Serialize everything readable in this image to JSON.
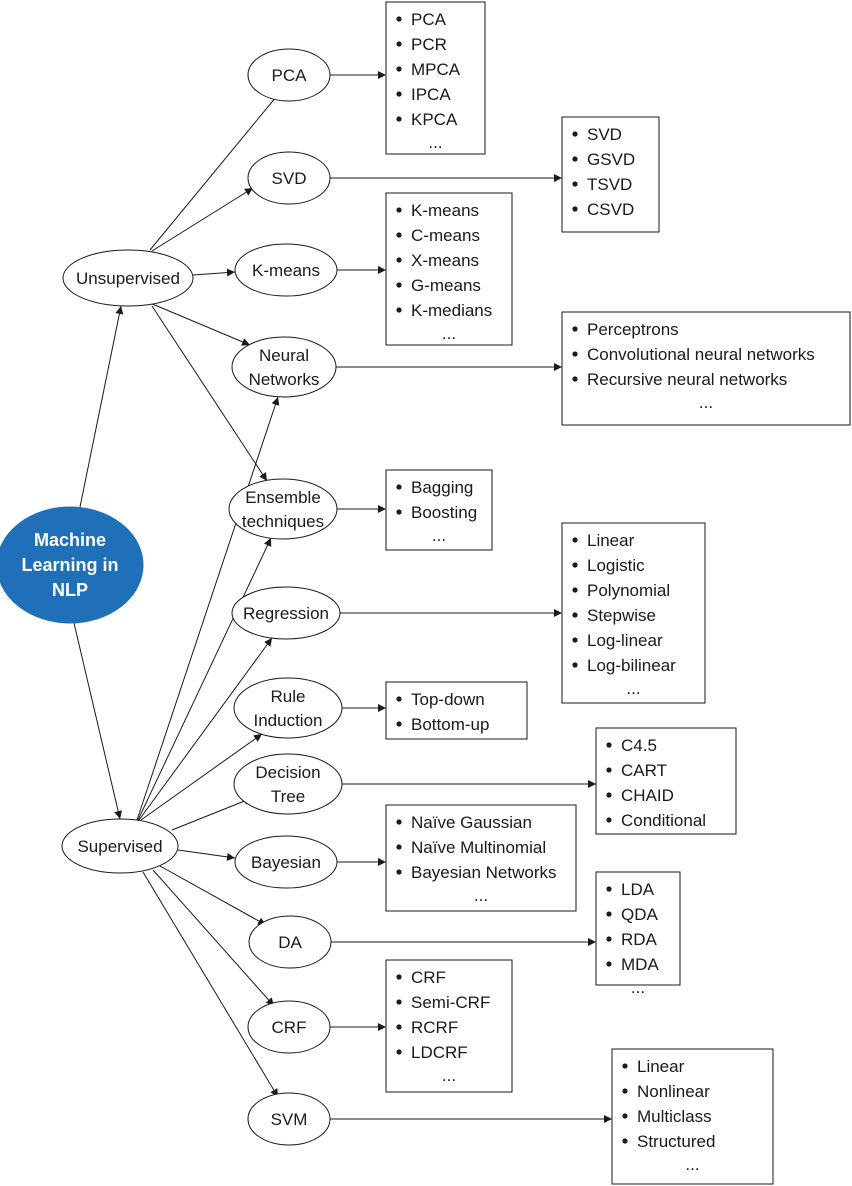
{
  "colors": {
    "root_fill": "#1f70b8",
    "stroke": "#1a1a1a"
  },
  "root": {
    "id": "ml",
    "lines": [
      "Machine",
      "Learning in",
      "NLP"
    ]
  },
  "categories": [
    {
      "id": "unsupervised",
      "label": "Unsupervised"
    },
    {
      "id": "supervised",
      "label": "Supervised"
    }
  ],
  "methods": [
    {
      "id": "pca",
      "lines": [
        "PCA"
      ],
      "parents": [
        "unsupervised"
      ],
      "items": [
        "PCA",
        "PCR",
        "MPCA",
        "IPCA",
        "KPCA"
      ],
      "more": "..."
    },
    {
      "id": "svd",
      "lines": [
        "SVD"
      ],
      "parents": [
        "unsupervised"
      ],
      "items": [
        "SVD",
        "GSVD",
        "TSVD",
        "CSVD"
      ],
      "more": ""
    },
    {
      "id": "kmeans",
      "lines": [
        "K-means"
      ],
      "parents": [
        "unsupervised"
      ],
      "items": [
        "K-means",
        "C-means",
        "X-means",
        "G-means",
        "K-medians"
      ],
      "more": "..."
    },
    {
      "id": "nn",
      "lines": [
        "Neural",
        "Networks"
      ],
      "parents": [
        "unsupervised",
        "supervised"
      ],
      "items": [
        "Perceptrons",
        "Convolutional neural networks",
        "Recursive neural networks"
      ],
      "more": "..."
    },
    {
      "id": "ensemble",
      "lines": [
        "Ensemble",
        "techniques"
      ],
      "parents": [
        "unsupervised",
        "supervised"
      ],
      "items": [
        "Bagging",
        "Boosting"
      ],
      "more": "..."
    },
    {
      "id": "regression",
      "lines": [
        "Regression"
      ],
      "parents": [
        "supervised"
      ],
      "items": [
        "Linear",
        "Logistic",
        "Polynomial",
        "Stepwise",
        "Log-linear",
        "Log-bilinear"
      ],
      "more": "..."
    },
    {
      "id": "rule",
      "lines": [
        "Rule",
        "Induction"
      ],
      "parents": [
        "supervised"
      ],
      "items": [
        "Top-down",
        "Bottom-up"
      ],
      "more": ""
    },
    {
      "id": "dtree",
      "lines": [
        "Decision",
        "Tree"
      ],
      "parents": [
        "supervised"
      ],
      "items": [
        "C4.5",
        "CART",
        "CHAID",
        "Conditional"
      ],
      "more": ""
    },
    {
      "id": "bayesian",
      "lines": [
        "Bayesian"
      ],
      "parents": [
        "supervised"
      ],
      "items": [
        "Naïve Gaussian",
        "Naïve Multinomial",
        "Bayesian Networks"
      ],
      "more": "..."
    },
    {
      "id": "da",
      "lines": [
        "DA"
      ],
      "parents": [
        "supervised"
      ],
      "items": [
        "LDA",
        "QDA",
        "RDA",
        "MDA"
      ],
      "more": "..."
    },
    {
      "id": "crf",
      "lines": [
        "CRF"
      ],
      "parents": [
        "supervised"
      ],
      "items": [
        "CRF",
        "Semi-CRF",
        "RCRF",
        "LDCRF"
      ],
      "more": "..."
    },
    {
      "id": "svm",
      "lines": [
        "SVM"
      ],
      "parents": [
        "supervised"
      ],
      "items": [
        "Linear",
        "Nonlinear",
        "Multiclass",
        "Structured"
      ],
      "more": "..."
    }
  ]
}
